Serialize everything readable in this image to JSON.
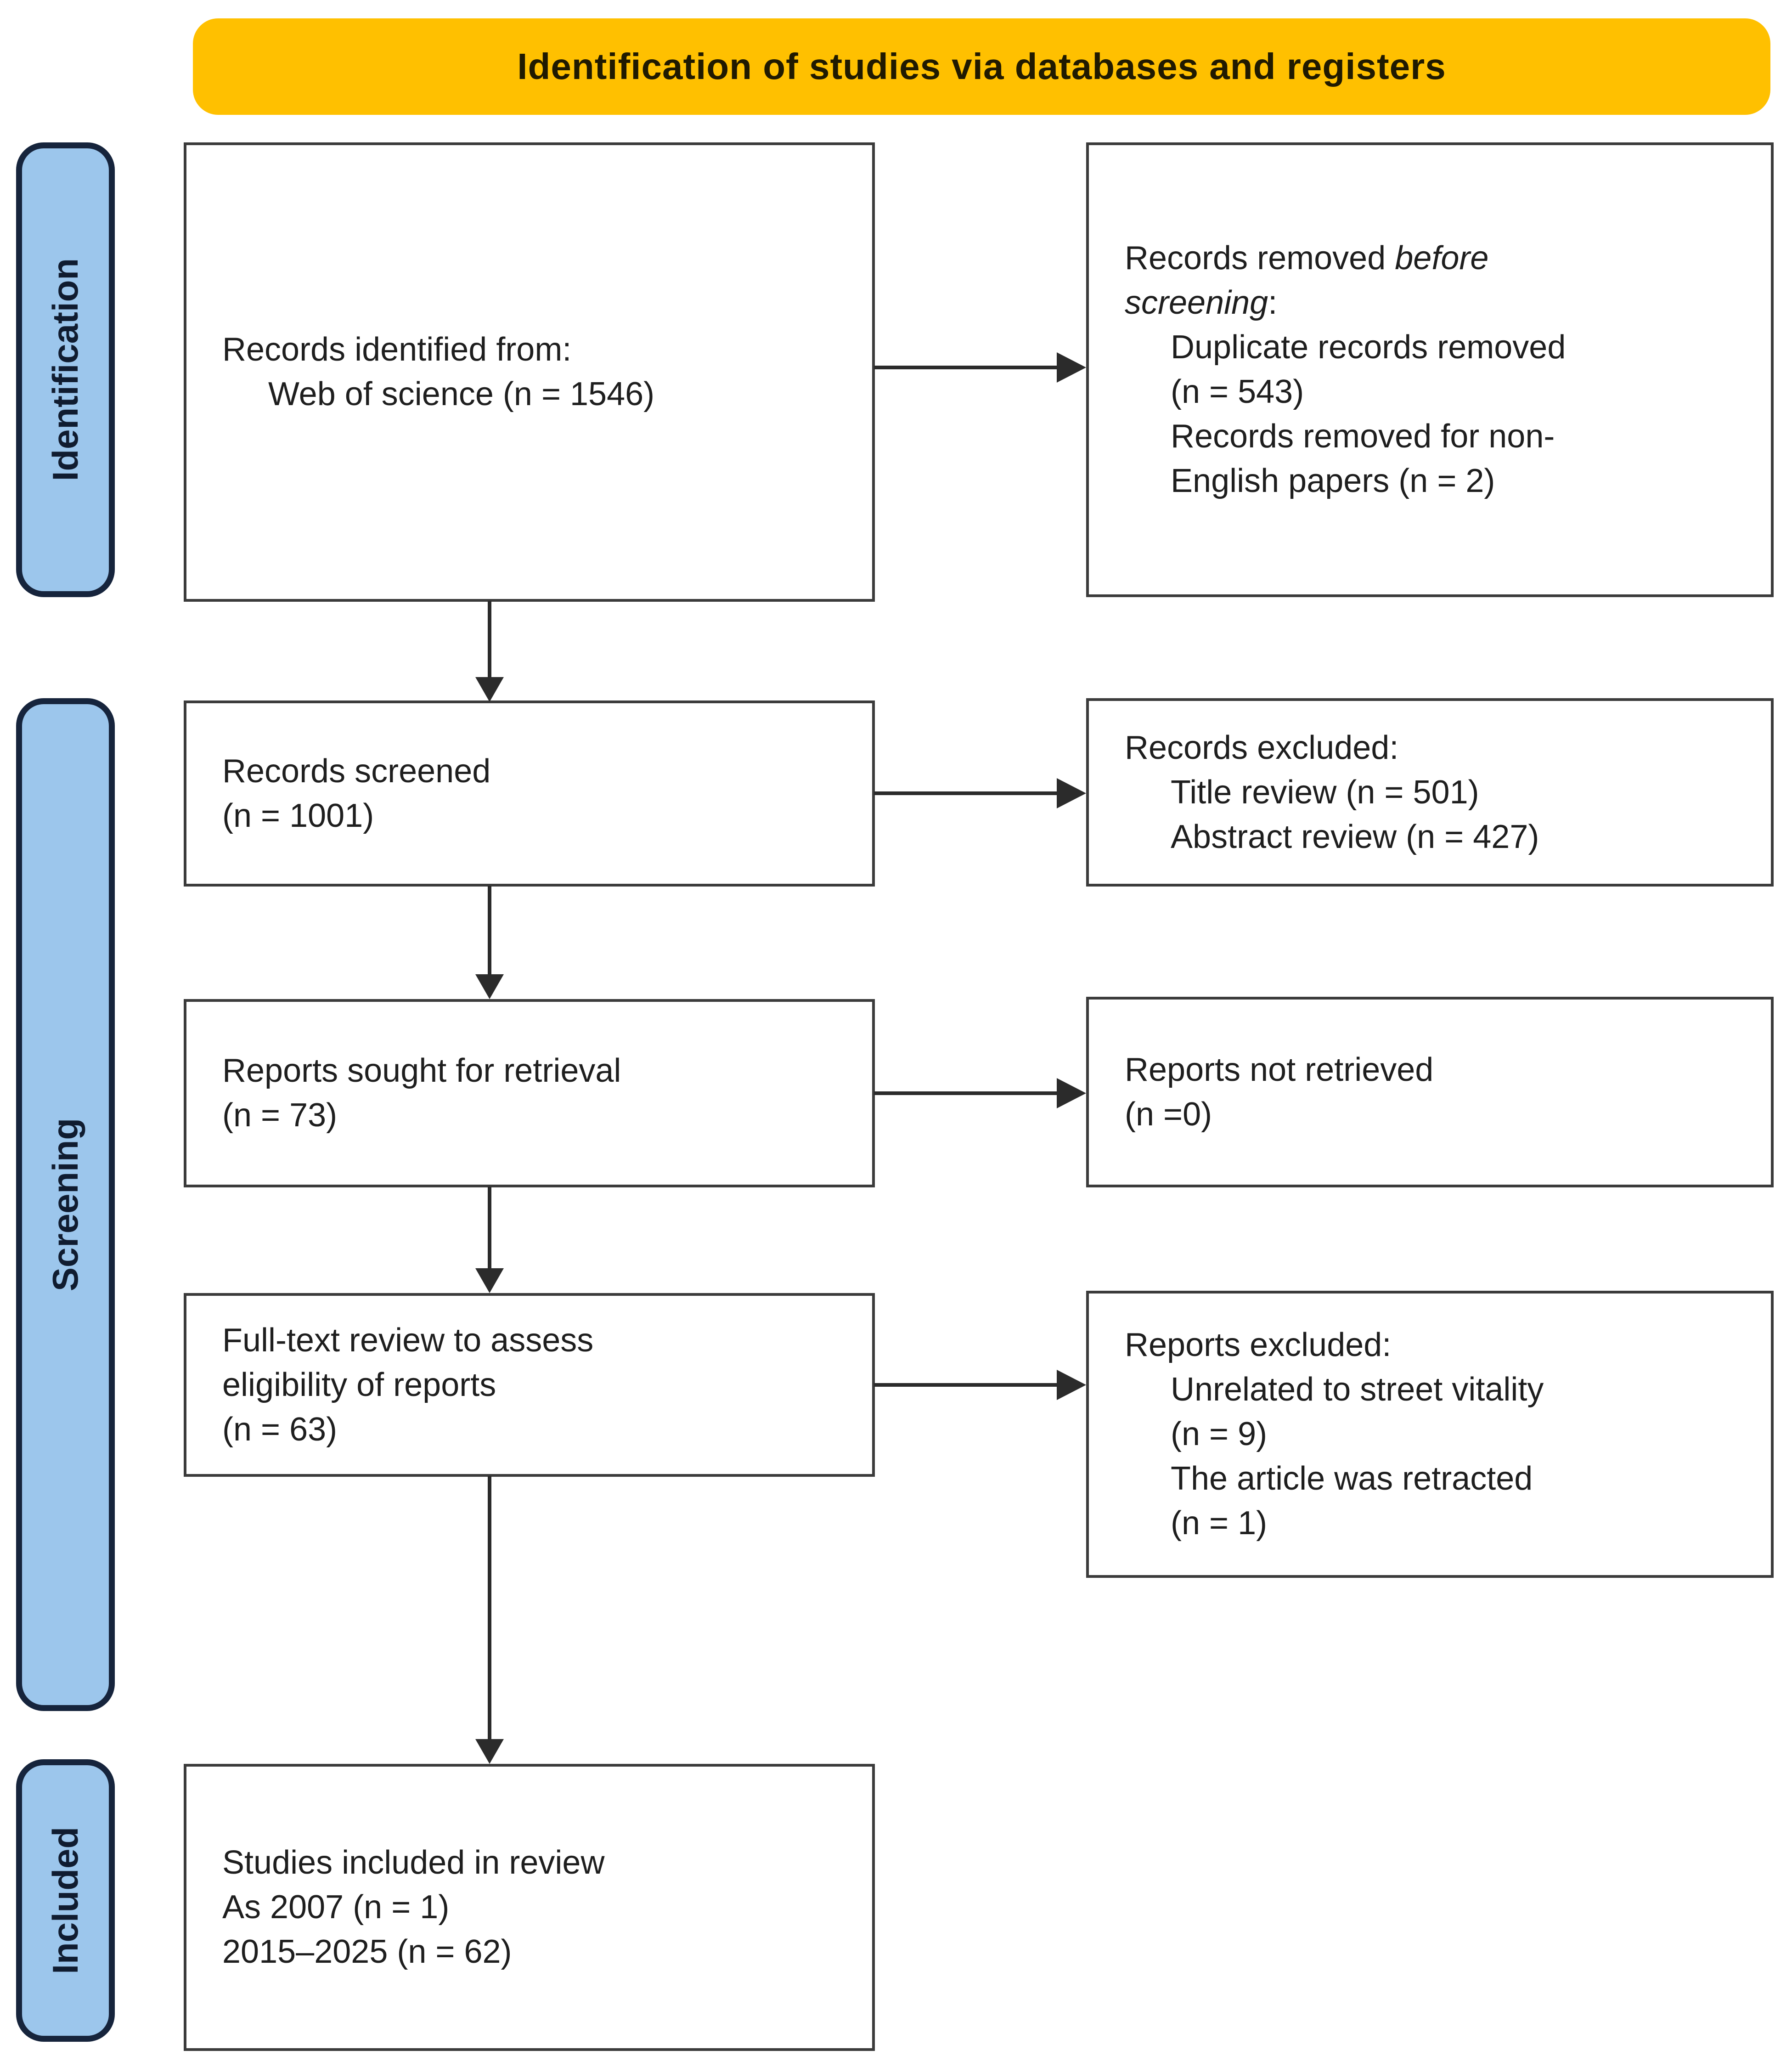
{
  "banner": {
    "label": "Identification of studies via databases and registers"
  },
  "colors": {
    "banner_bg": "#FFC000",
    "stage_bg": "#9CC6EC",
    "stage_border": "#16243C"
  },
  "stages": {
    "identification": "Identification",
    "screening": "Screening",
    "included": "Included"
  },
  "boxes": {
    "records_identified": {
      "lines": [
        "Records identified from:",
        "Web of science (n = 1546)"
      ]
    },
    "records_removed": {
      "line1_plain": "Records removed ",
      "line1_italic": "before",
      "line2_italic": "screening",
      "line2_suffix": ":",
      "sub_lines": [
        "Duplicate records removed",
        "(n = 543)",
        "Records removed for non-",
        "English papers (n = 2)"
      ]
    },
    "records_screened": {
      "lines": [
        "Records screened",
        "(n = 1001)"
      ]
    },
    "records_excluded": {
      "title": "Records excluded:",
      "sub_lines": [
        "Title review (n = 501)",
        "Abstract review (n = 427)"
      ]
    },
    "reports_sought": {
      "lines": [
        "Reports sought for retrieval",
        "(n = 73)"
      ]
    },
    "reports_not_retrieved": {
      "lines": [
        "Reports not retrieved",
        "(n =0)"
      ]
    },
    "fulltext_review": {
      "lines": [
        "Full-text review to assess",
        "eligibility of reports",
        "(n = 63)"
      ]
    },
    "reports_excluded": {
      "title": "Reports excluded:",
      "sub_lines": [
        "Unrelated to street vitality",
        "(n = 9)",
        "The article was retracted",
        "(n = 1)"
      ]
    },
    "studies_included": {
      "lines": [
        "Studies included in review",
        "As 2007 (n = 1)",
        "2015–2025 (n = 62)"
      ]
    }
  }
}
